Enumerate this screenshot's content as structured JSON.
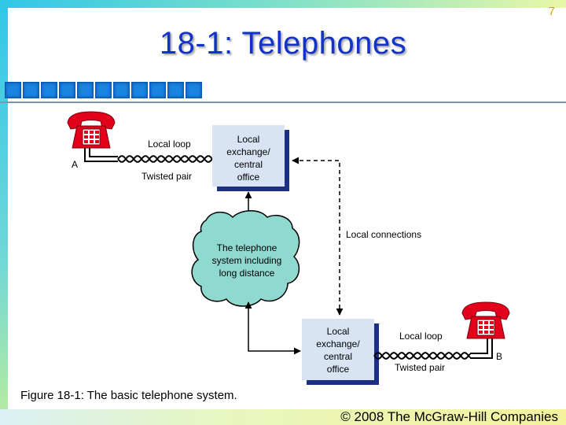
{
  "slide": {
    "number": "7",
    "title": "18-1: Telephones",
    "caption": "Figure 18-1: The basic telephone system.",
    "copyright": "© 2008 The McGraw-Hill Companies"
  },
  "diagram": {
    "phone_a_label": "A",
    "phone_b_label": "B",
    "local_loop_top": "Local loop",
    "twisted_pair_top": "Twisted pair",
    "local_loop_bottom": "Local loop",
    "twisted_pair_bottom": "Twisted pair",
    "exchange_top_lines": [
      "Local",
      "exchange/",
      "central",
      "office"
    ],
    "exchange_bottom_lines": [
      "Local",
      "exchange/",
      "central",
      "office"
    ],
    "cloud_lines": [
      "The telephone",
      "system including",
      "long distance"
    ],
    "local_connections": "Local connections"
  },
  "colors": {
    "title": "#1233c8",
    "phone": "#e3001b",
    "box_fill": "#d8e3f4",
    "box_shadow": "#1b2f86",
    "cloud_fill": "#8fd9cf",
    "square": "#1a84e0"
  }
}
